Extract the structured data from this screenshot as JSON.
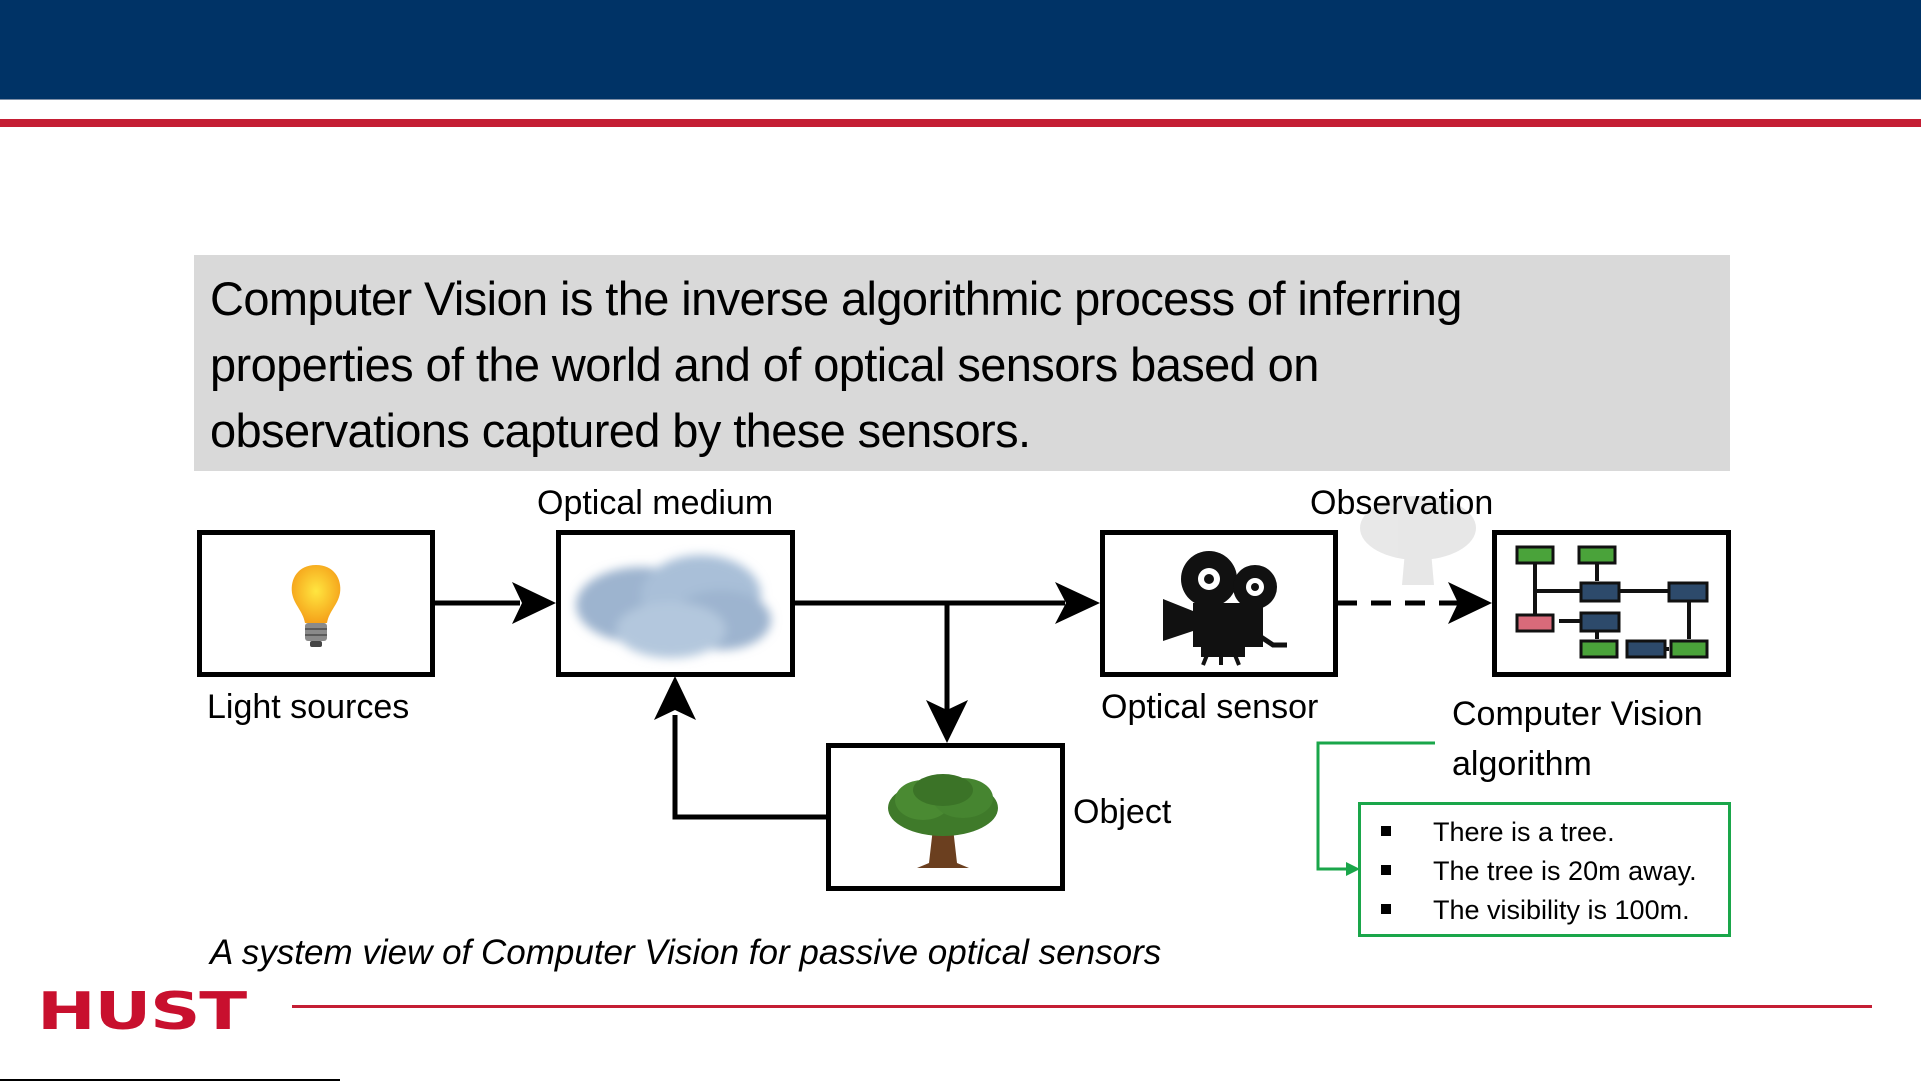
{
  "header": {
    "colors": {
      "navy": "#003366",
      "red": "#c41e34"
    }
  },
  "definition": {
    "lines": [
      "Computer Vision is the inverse algorithmic process of inferring",
      "properties of the world and of optical sensors based on",
      "observations captured by these sensors."
    ]
  },
  "diagram": {
    "nodes": {
      "light_sources": {
        "label": "Light sources",
        "icon": "lightbulb-icon"
      },
      "optical_medium": {
        "label": "Optical medium",
        "icon": "cloud-icon"
      },
      "object": {
        "label": "Object",
        "icon": "tree-icon"
      },
      "optical_sensor": {
        "label": "Optical sensor",
        "icon": "movie-camera-icon"
      },
      "cv_algorithm": {
        "label_line1": "Computer Vision",
        "label_line2": "algorithm",
        "icon": "flowchart-icon"
      }
    },
    "edge_labels": {
      "observation": "Observation"
    },
    "results": [
      "There is a tree.",
      "The tree is 20m away.",
      "The visibility is 100m."
    ],
    "colors": {
      "result_border": "#1aa64a"
    }
  },
  "caption": "A system view of Computer Vision for passive optical sensors",
  "footer": {
    "logo_text": "HUST"
  }
}
